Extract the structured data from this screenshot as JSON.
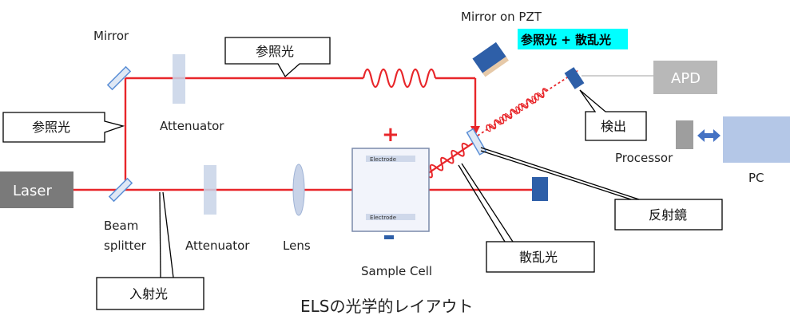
{
  "labels": {
    "mirror": "Mirror",
    "mirror_pzt": "Mirror on PZT",
    "ref_scatter": "参照光 + 散乱光",
    "apd": "APD",
    "laser": "Laser",
    "attenuator_top": "Attenuator",
    "attenuator_bottom": "Attenuator",
    "beam": "Beam",
    "splitter": "splitter",
    "lens": "Lens",
    "sample_cell": "Sample Cell",
    "electrode_top": "Electrode",
    "electrode_bottom": "Electrode",
    "plus": "+",
    "processor": "Processor",
    "pc": "PC"
  },
  "callouts": {
    "ref_top": "参照光",
    "ref_left": "参照光",
    "detect": "検出",
    "reflect": "反射鏡",
    "scatter": "散乱光",
    "incident": "入射光"
  },
  "caption": "ELSの光学的レイアウト",
  "colors": {
    "beam": "#e8262a",
    "apd_gray": "#b8b8b8",
    "laser_gray": "#7a7a7a",
    "pc_blue": "#b4c7e7",
    "detector_blue": "#2e5fa8",
    "highlight_cyan": "#00ffff",
    "processor_gray": "#9e9e9e"
  }
}
